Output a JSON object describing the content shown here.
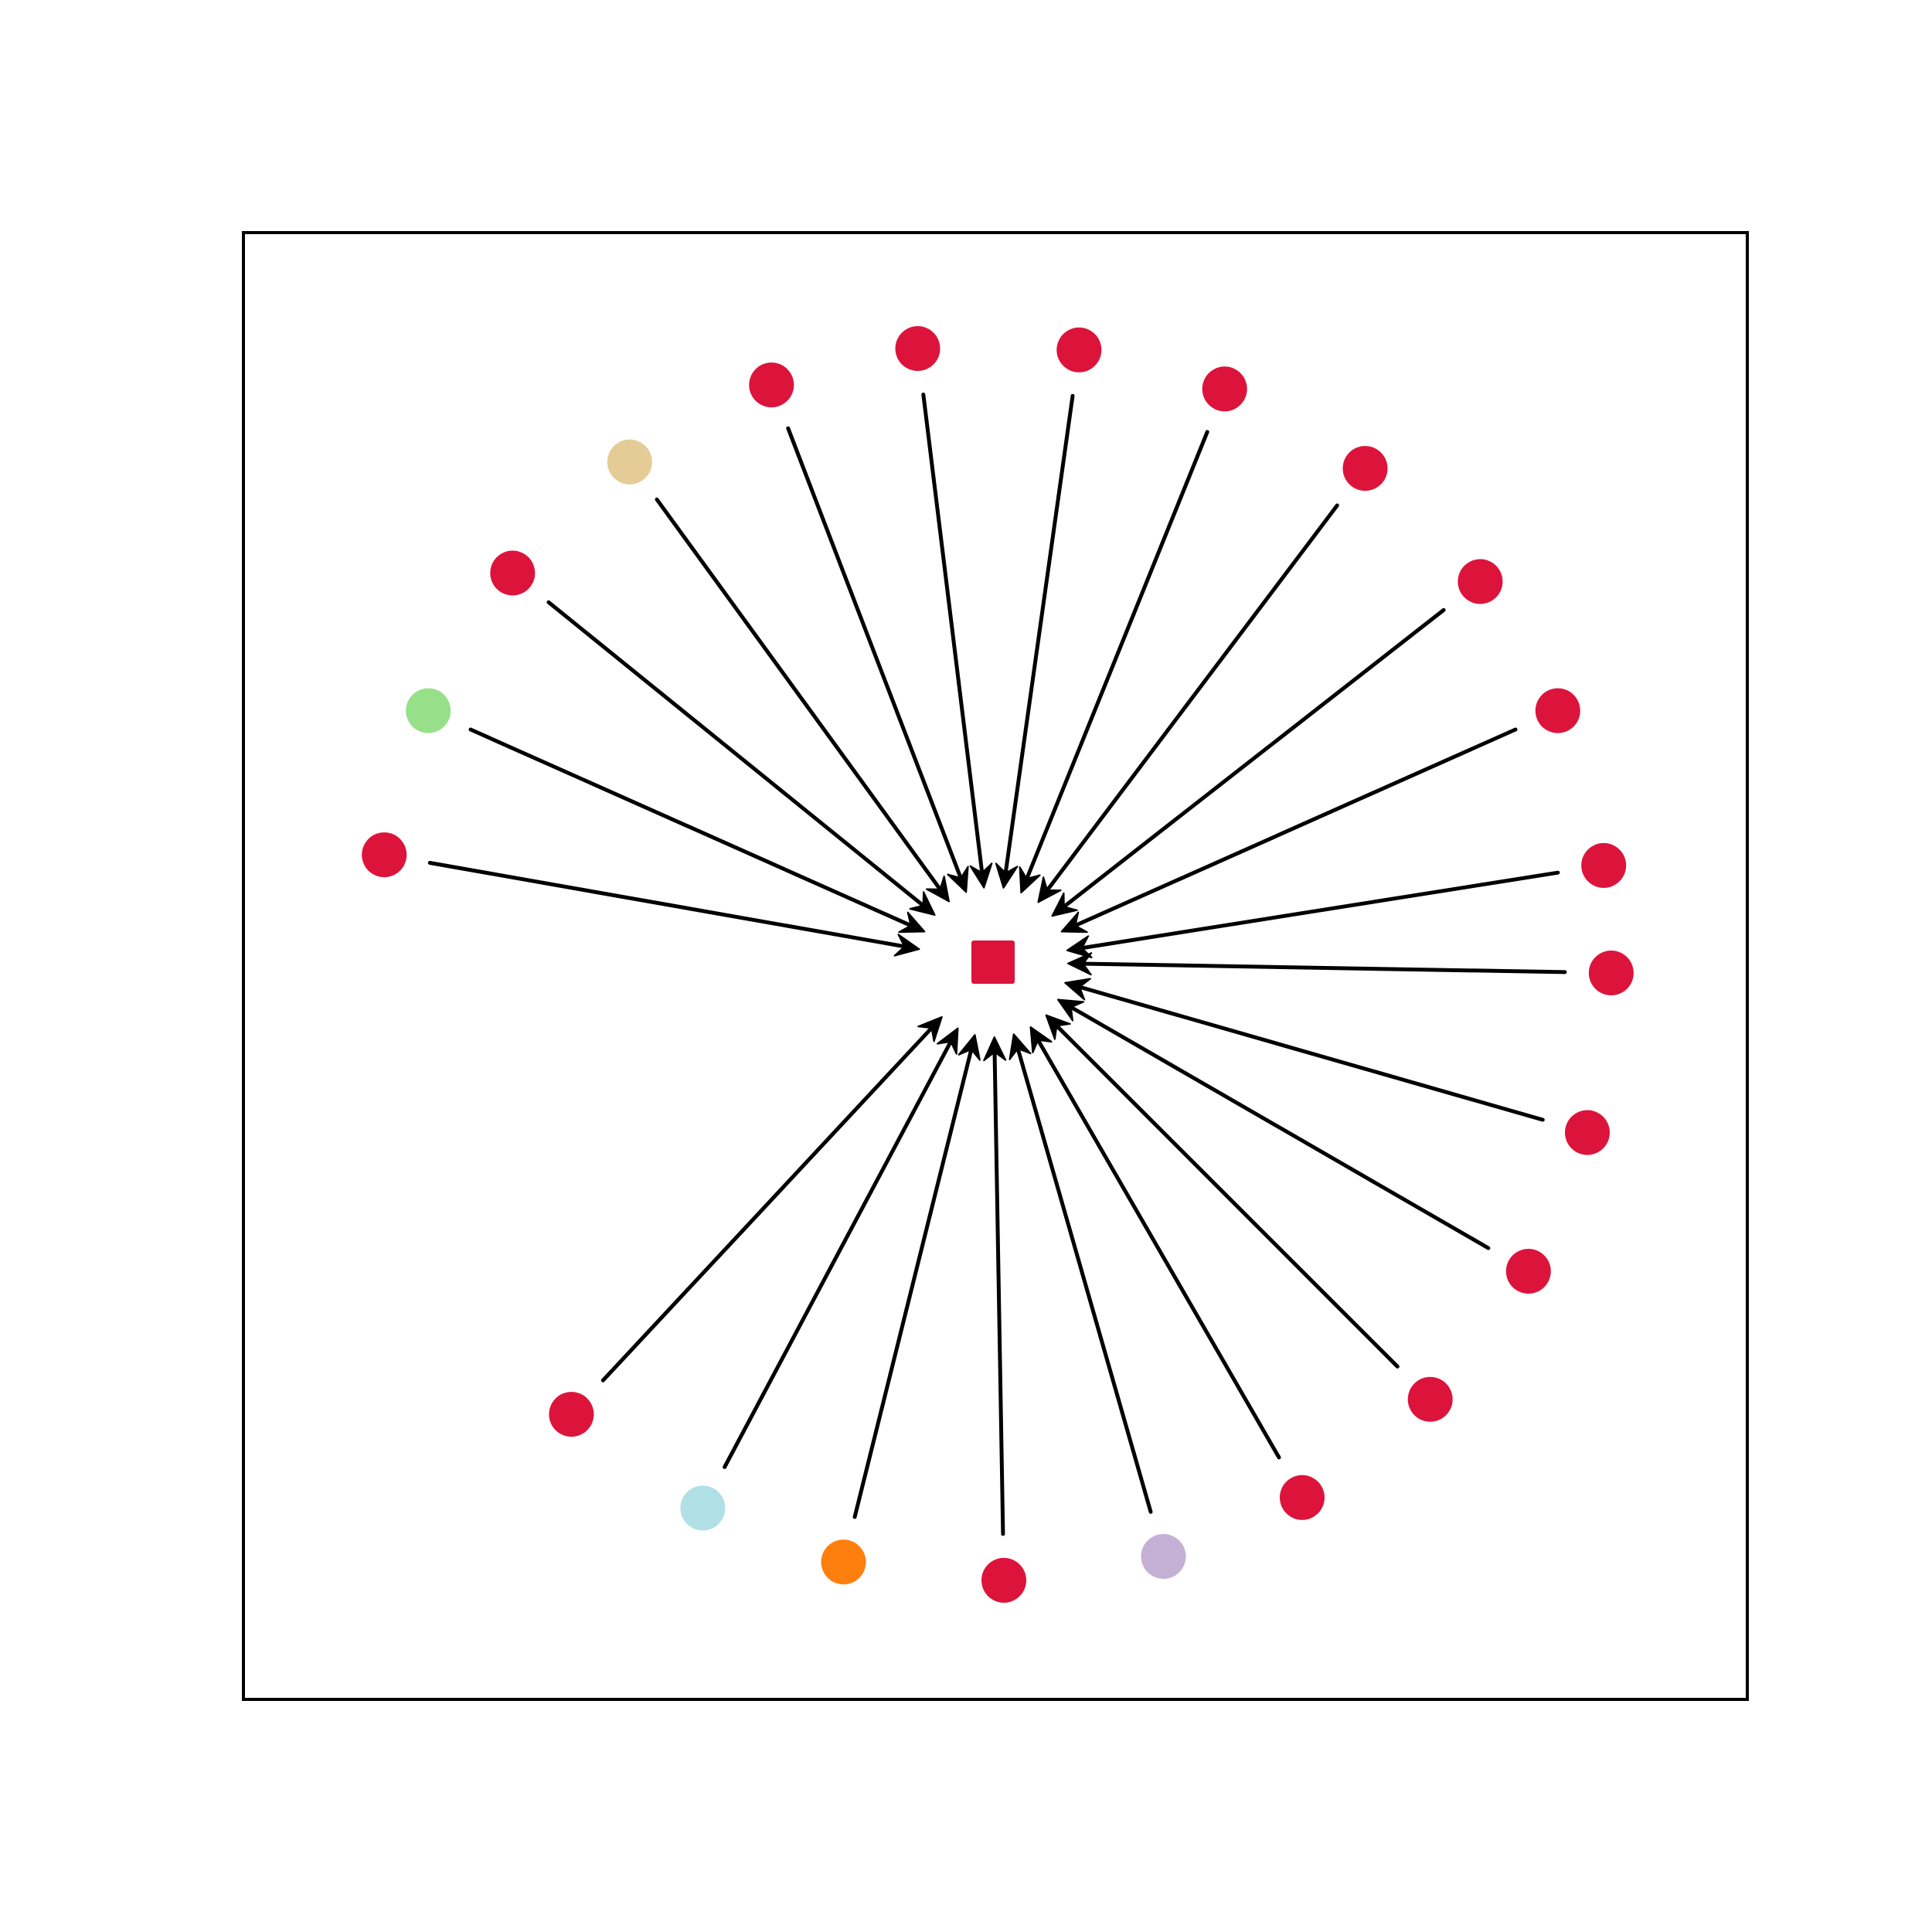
{
  "diagram": {
    "type": "star-network",
    "directed": true,
    "frame": true,
    "hub": {
      "id": "hub",
      "shape": "square",
      "color": "#dc143c"
    },
    "leaves": [
      {
        "id": "n1",
        "color": "#dc143c",
        "angle_deg": 1.0
      },
      {
        "id": "n2",
        "color": "#dc143c",
        "angle_deg": 16.0
      },
      {
        "id": "n3",
        "color": "#dc143c",
        "angle_deg": 30.0
      },
      {
        "id": "n4",
        "color": "#dc143c",
        "angle_deg": 45.0
      },
      {
        "id": "n5",
        "color": "#dc143c",
        "angle_deg": 60.0
      },
      {
        "id": "n6",
        "color": "#c5b0d5",
        "angle_deg": 74.0
      },
      {
        "id": "n7",
        "color": "#dc143c",
        "angle_deg": 89.0
      },
      {
        "id": "n8",
        "color": "#ff7f0e",
        "angle_deg": 104.0
      },
      {
        "id": "n9",
        "color": "#b0e0e6",
        "angle_deg": 118.0
      },
      {
        "id": "n10",
        "color": "#dc143c",
        "angle_deg": 133.0
      },
      {
        "id": "n11",
        "color": "#dc143c",
        "angle_deg": 190.0
      },
      {
        "id": "n12",
        "color": "#98df8a",
        "angle_deg": 204.0
      },
      {
        "id": "n13",
        "color": "#dc143c",
        "angle_deg": 219.0
      },
      {
        "id": "n14",
        "color": "#e5cc96",
        "angle_deg": 234.0
      },
      {
        "id": "n15",
        "color": "#dc143c",
        "angle_deg": 249.0
      },
      {
        "id": "n16",
        "color": "#dc143c",
        "angle_deg": 263.0
      },
      {
        "id": "n17",
        "color": "#dc143c",
        "angle_deg": 278.0
      },
      {
        "id": "n18",
        "color": "#dc143c",
        "angle_deg": 292.0
      },
      {
        "id": "n19",
        "color": "#dc143c",
        "angle_deg": 307.0
      },
      {
        "id": "n20",
        "color": "#dc143c",
        "angle_deg": 322.0
      },
      {
        "id": "n21",
        "color": "#dc143c",
        "angle_deg": 336.0
      },
      {
        "id": "n22",
        "color": "#dc143c",
        "angle_deg": 351.0
      }
    ],
    "edges": [
      {
        "from": "n1",
        "to": "hub"
      },
      {
        "from": "n2",
        "to": "hub"
      },
      {
        "from": "n3",
        "to": "hub"
      },
      {
        "from": "n4",
        "to": "hub"
      },
      {
        "from": "n5",
        "to": "hub"
      },
      {
        "from": "n6",
        "to": "hub"
      },
      {
        "from": "n7",
        "to": "hub"
      },
      {
        "from": "n8",
        "to": "hub"
      },
      {
        "from": "n9",
        "to": "hub"
      },
      {
        "from": "n10",
        "to": "hub"
      },
      {
        "from": "n11",
        "to": "hub"
      },
      {
        "from": "n12",
        "to": "hub"
      },
      {
        "from": "n13",
        "to": "hub"
      },
      {
        "from": "n14",
        "to": "hub"
      },
      {
        "from": "n15",
        "to": "hub"
      },
      {
        "from": "n16",
        "to": "hub"
      },
      {
        "from": "n17",
        "to": "hub"
      },
      {
        "from": "n18",
        "to": "hub"
      },
      {
        "from": "n19",
        "to": "hub"
      },
      {
        "from": "n20",
        "to": "hub"
      },
      {
        "from": "n21",
        "to": "hub"
      },
      {
        "from": "n22",
        "to": "hub"
      }
    ]
  }
}
